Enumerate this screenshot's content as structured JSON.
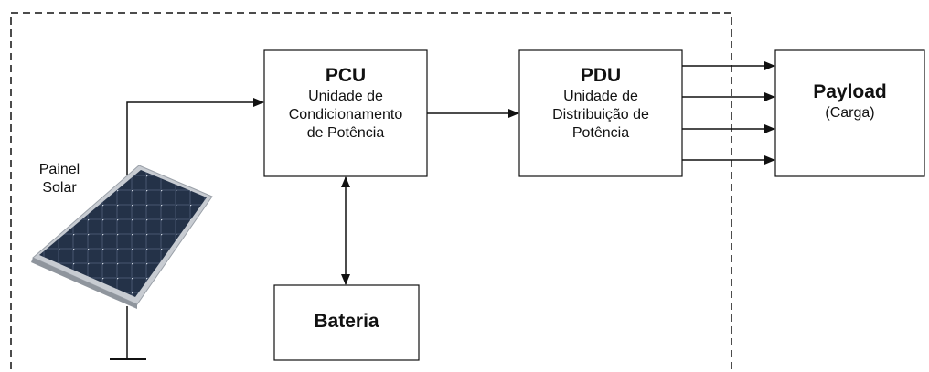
{
  "blocks": {
    "pcu": {
      "title": "PCU",
      "line1": "Unidade de",
      "line2": "Condicionamento",
      "line3": "de Potência"
    },
    "pdu": {
      "title": "PDU",
      "line1": "Unidade de",
      "line2": "Distribuição de",
      "line3": "Potência"
    },
    "payload": {
      "title": "Payload",
      "subtitle": "(Carga)"
    },
    "bateria": {
      "title": "Bateria"
    }
  },
  "solar_panel": {
    "line1": "Painel",
    "line2": "Solar"
  },
  "colors": {
    "line": "#111111",
    "box_fill": "#ffffff",
    "panel_cell": "#1e2a3a",
    "panel_frame": "#c8ccd2"
  }
}
